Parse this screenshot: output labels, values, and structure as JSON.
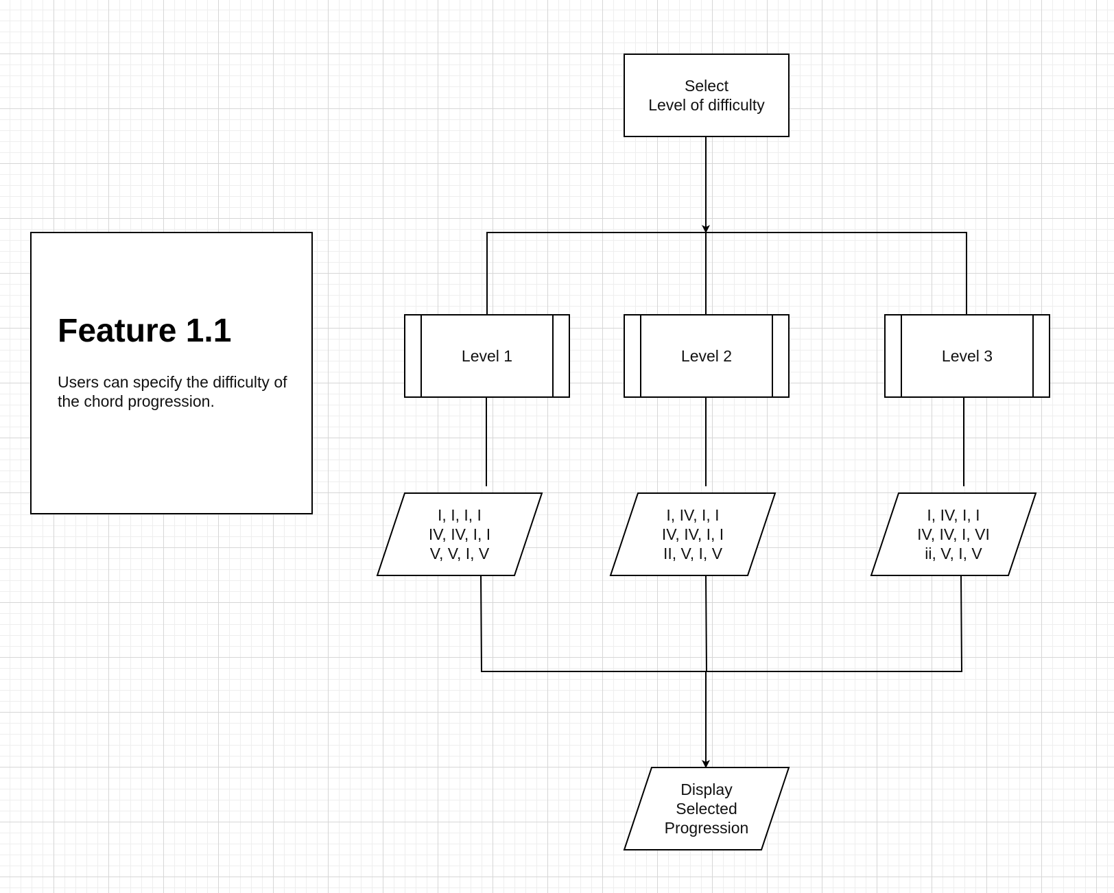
{
  "feature_card": {
    "title": "Feature 1.1",
    "description": "Users can specify the difficulty of the chord progression."
  },
  "nodes": {
    "start": {
      "text": "Select\nLevel of difficulty",
      "shape": "rectangle"
    },
    "level1": {
      "text": "Level 1",
      "shape": "subprocess"
    },
    "level2": {
      "text": "Level 2",
      "shape": "subprocess"
    },
    "level3": {
      "text": "Level 3",
      "shape": "subprocess"
    },
    "prog1": {
      "text": "I, I, I, I\nIV, IV, I, I\nV, V, I, V",
      "shape": "parallelogram"
    },
    "prog2": {
      "text": "I, IV, I, I\nIV, IV, I, I\nII, V, I, V",
      "shape": "parallelogram"
    },
    "prog3": {
      "text": "I, IV, I, I\nIV, IV, I, VI\nii, V, I, V",
      "shape": "parallelogram"
    },
    "end": {
      "text": "Display\nSelected\nProgression",
      "shape": "parallelogram"
    }
  },
  "edges": [
    {
      "from": "start",
      "to": "level1"
    },
    {
      "from": "start",
      "to": "level2"
    },
    {
      "from": "start",
      "to": "level3"
    },
    {
      "from": "level1",
      "to": "prog1"
    },
    {
      "from": "level2",
      "to": "prog2"
    },
    {
      "from": "level3",
      "to": "prog3"
    },
    {
      "from": "prog1",
      "to": "end"
    },
    {
      "from": "prog2",
      "to": "end"
    },
    {
      "from": "prog3",
      "to": "end"
    }
  ],
  "colors": {
    "stroke": "#000000",
    "fill": "#ffffff",
    "grid": "#d6d6d6"
  }
}
